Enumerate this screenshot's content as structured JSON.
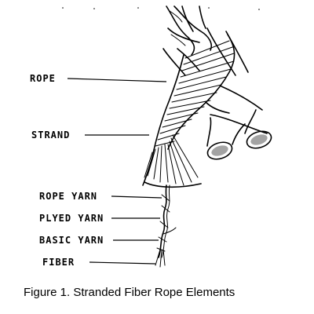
{
  "labels": {
    "rope": "ROPE",
    "strand": "STRAND",
    "rope_yarn": "ROPE YARN",
    "plyed_yarn": "PLYED YARN",
    "basic_yarn": "BASIC YARN",
    "fiber": "FIBER"
  },
  "caption": "Figure 1. Stranded Fiber Rope Elements"
}
